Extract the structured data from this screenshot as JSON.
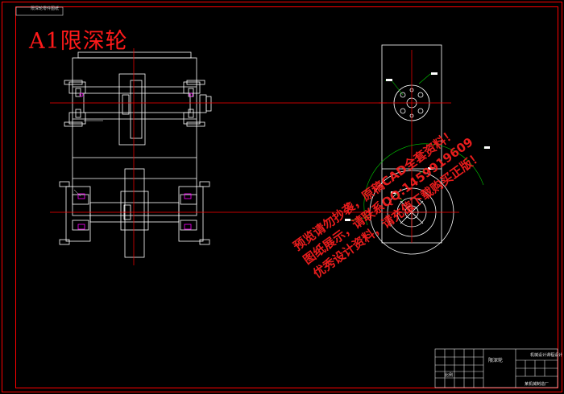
{
  "drawing": {
    "title": "A1限深轮",
    "sheet_tag": "限深轮零件图纸",
    "colors": {
      "background": "#000000",
      "border": "#ff0000",
      "outline": "#ffffff",
      "centerline": "#ff0000",
      "dimension": "#00cc00",
      "accent": "#ff00ff"
    }
  },
  "title_block": {
    "part_name": "限深轮",
    "drawing_code": "机械设计课程设计",
    "school": "某机械制造厂",
    "scale_text": "比例"
  },
  "watermark": {
    "lines": [
      "预览请勿抄袭，原稿CAD全套资料！",
      "图纸展示，请联系QQ:1459919609",
      "优秀设计资料，请充值下载购买正版！"
    ]
  }
}
